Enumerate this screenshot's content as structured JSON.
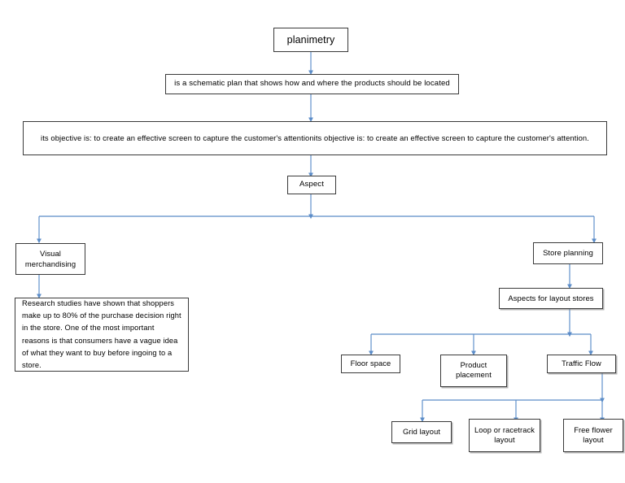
{
  "diagram": {
    "type": "flowchart",
    "title": "planimetry",
    "accent_color": "#5B8CC8",
    "border_color": "#3a3a3a",
    "background_color": "#ffffff",
    "nodes": {
      "root": "planimetry",
      "definition": "is a schematic plan that shows how and where the products should be located",
      "objective": "its objective is: to create an effective screen to capture the customer's attentionits objective is: to create an effective screen to capture the customer's attention.",
      "aspect": "Aspect",
      "visual_merchandising": "Visual merchandising",
      "research_note": "Research studies have shown that shoppers make up to 80% of the purchase decision right in the store. One of the most important reasons is that consumers have a vague idea of what they want to buy before ingoing to a store.",
      "store_planning": "Store planning",
      "aspects_for_layout": "Aspects for layout stores",
      "floor_space": "Floor space",
      "product_placement": "Product placement",
      "traffic_flow": "Traffic Flow",
      "grid_layout": "Grid layout",
      "loop_racetrack": "Loop or racetrack layout",
      "free_flower": "Free flower layout"
    }
  }
}
